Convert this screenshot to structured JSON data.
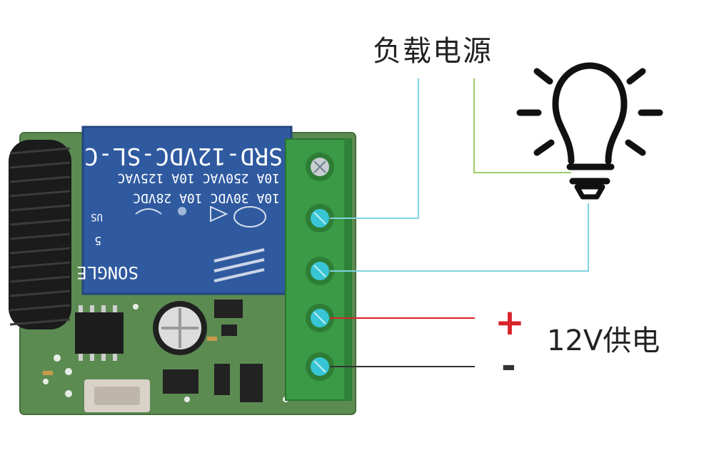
{
  "labels": {
    "load_power": "负载电源",
    "power_12v": "12V供电",
    "plus": "+",
    "minus": "-"
  },
  "relay": {
    "model": "SRD-12VDC-SL-C",
    "rating_1": "10A 250VAC 10A 125VAC",
    "rating_2": "10A 30VDC 10A 28VDC",
    "brand": "SONGLE",
    "ul_mark": "US",
    "ul_number": "5"
  },
  "icons": [
    "light-bulb-icon"
  ],
  "colors": {
    "pcb": "#5a8a4e",
    "relay": "#2f5aa0",
    "terminal": "#3a9a45",
    "load_wire": "#7fd3e0",
    "bulb_wire": "#9ccc65",
    "positive_wire": "#d8232a",
    "negative_wire": "#333333"
  }
}
